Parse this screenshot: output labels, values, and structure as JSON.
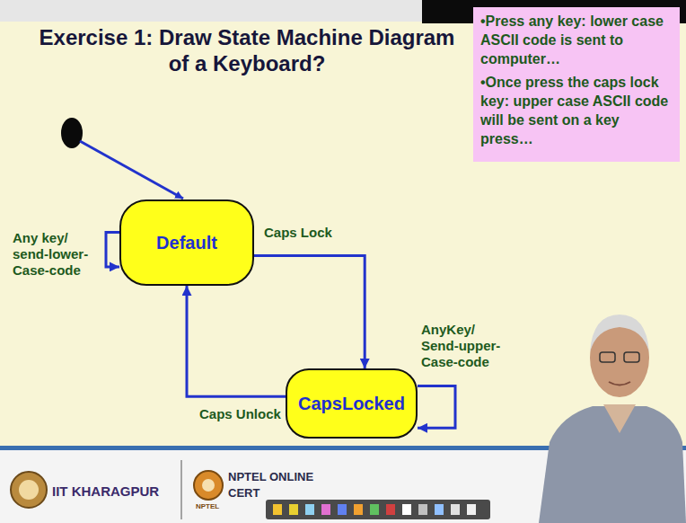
{
  "diagram": {
    "title": "Exercise 1: Draw State Machine Diagram of a Keyboard?",
    "nodes": [
      {
        "text": [
          "•Press any key: lower case ASCII code is sent to computer…",
          "•Once press the caps lock key: upper case ASCII code will be sent on a key press…"
        ]
      },
      {
        "text": [
          "Default"
        ]
      },
      {
        "text": [
          "CapsLocked"
        ]
      }
    ],
    "edges": [
      {
        "from": 1,
        "to": 1,
        "label": "Any key/ send-lower- Case-code",
        "arrow": "to"
      },
      {
        "from": 1,
        "to": 2,
        "label": "Caps Lock",
        "arrow": "to"
      },
      {
        "from": 2,
        "to": 2,
        "label": "AnyKey/ Send-upper- Case-code",
        "arrow": "to"
      },
      {
        "from": 2,
        "to": 1,
        "label": "Caps Unlock",
        "arrow": "to"
      }
    ],
    "labels": [
      "IIT KHARAGPUR",
      "NPTEL ONLINE",
      "CERT",
      "NPTEL"
    ]
  }
}
